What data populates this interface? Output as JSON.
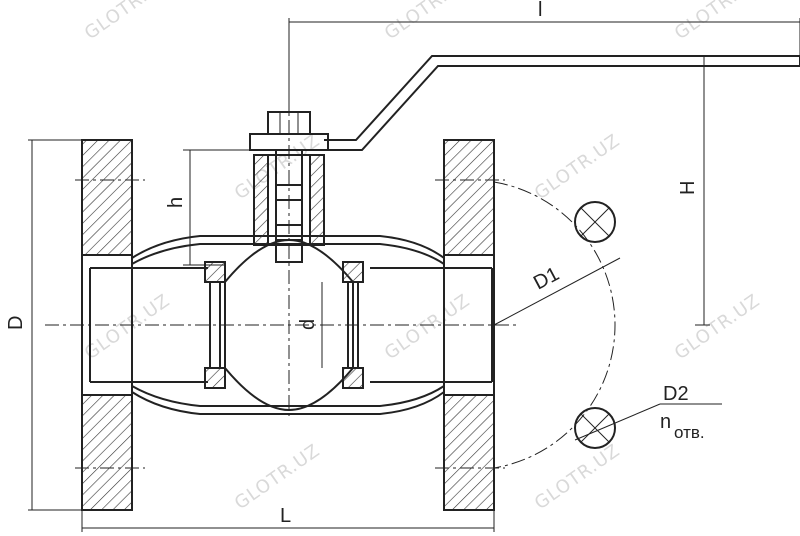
{
  "labels": {
    "handle_length": "l",
    "stem_height": "h",
    "handle_height": "H",
    "flange_diameter": "D",
    "bolt_circle_diameter": "D1",
    "bore_diameter": "d",
    "length": "L",
    "hole_diameter": "D2",
    "hole_count_n": "n",
    "hole_count_sub": "отв."
  },
  "watermark": "GLOTR.UZ"
}
